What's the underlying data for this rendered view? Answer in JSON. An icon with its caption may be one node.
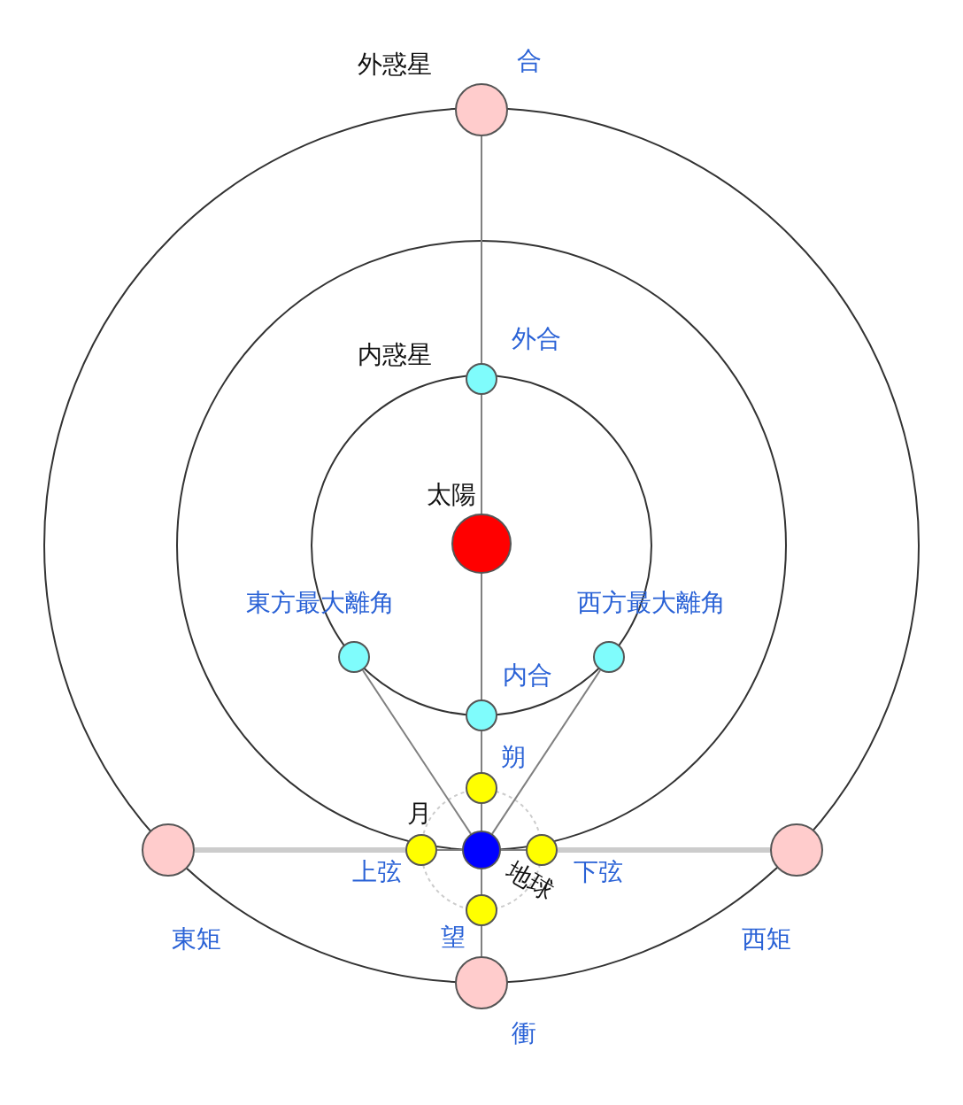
{
  "diagram": {
    "nodes": [
      {
        "text": [],
        "shape": "circle",
        "beside": [
          "外惑星",
          "合"
        ]
      },
      {
        "text": [],
        "shape": "circle",
        "beside": [
          "内惑星",
          "外合"
        ]
      },
      {
        "text": [],
        "shape": "circle",
        "beside": [
          "太陽"
        ]
      },
      {
        "text": [],
        "shape": "circle",
        "beside": [
          "東方最大離角"
        ]
      },
      {
        "text": [],
        "shape": "circle",
        "beside": [
          "西方最大離角"
        ]
      },
      {
        "text": [],
        "shape": "circle",
        "beside": [
          "内合"
        ]
      },
      {
        "text": [],
        "shape": "circle",
        "beside": [
          "朔"
        ]
      },
      {
        "text": [],
        "shape": "circle",
        "beside": [
          "月",
          "上弦"
        ]
      },
      {
        "text": [],
        "shape": "circle",
        "beside": [
          "地球"
        ]
      },
      {
        "text": [],
        "shape": "circle",
        "beside": [
          "下弦"
        ]
      },
      {
        "text": [],
        "shape": "circle",
        "beside": [
          "望"
        ]
      },
      {
        "text": [],
        "shape": "circle",
        "beside": [
          "東矩"
        ]
      },
      {
        "text": [],
        "shape": "circle",
        "beside": [
          "西矩"
        ]
      },
      {
        "text": [],
        "shape": "circle",
        "beside": [
          "衝"
        ]
      }
    ],
    "edges": [
      {
        "from": 0,
        "to": 1,
        "arrow": "none"
      },
      {
        "from": 1,
        "to": 2,
        "arrow": "none"
      },
      {
        "from": 2,
        "to": 5,
        "arrow": "none"
      },
      {
        "from": 5,
        "to": 6,
        "arrow": "none"
      },
      {
        "from": 6,
        "to": 8,
        "arrow": "none"
      },
      {
        "from": 8,
        "to": 10,
        "arrow": "none"
      },
      {
        "from": 10,
        "to": 13,
        "arrow": "none"
      },
      {
        "from": 11,
        "to": 7,
        "arrow": "none",
        "style": "thick",
        "color": "#cccccc"
      },
      {
        "from": 7,
        "to": 8,
        "arrow": "none"
      },
      {
        "from": 8,
        "to": 9,
        "arrow": "none"
      },
      {
        "from": 9,
        "to": 12,
        "arrow": "none",
        "style": "thick",
        "color": "#cccccc"
      },
      {
        "from": 8,
        "to": 3,
        "arrow": "none"
      },
      {
        "from": 8,
        "to": 4,
        "arrow": "none"
      }
    ]
  }
}
